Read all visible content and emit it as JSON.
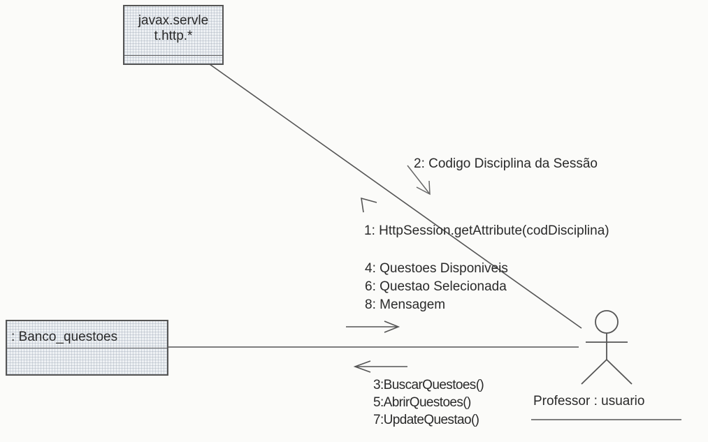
{
  "objects": {
    "servlet": {
      "name_line1": "javax.servle",
      "name_line2": "t.http.*"
    },
    "banco": {
      "name": ": Banco_questoes"
    },
    "actor": {
      "name": "Professor : usuario"
    }
  },
  "messages": {
    "servlet_to_actor": [
      "2: Codigo Disciplina da Sessão"
    ],
    "actor_to_servlet": [
      "1: HttpSession.getAttribute(codDisciplina)"
    ],
    "banco_to_actor": [
      "4: Questoes Disponiveis",
      "6: Questao Selecionada",
      "8: Mensagem"
    ],
    "actor_to_banco": [
      "3:BuscarQuestoes()",
      "5:AbrirQuestoes()",
      "7:UpdateQuestao()"
    ]
  }
}
